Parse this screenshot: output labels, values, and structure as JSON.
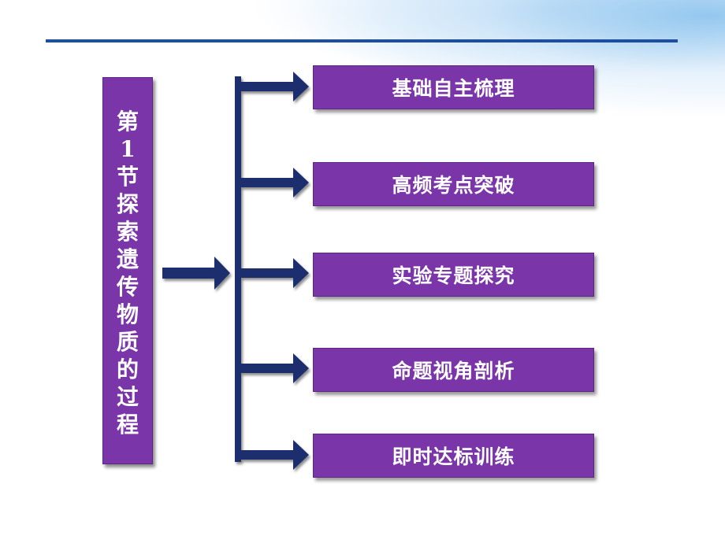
{
  "title": "第1节探索遗传物质的过程",
  "items": [
    {
      "label": "基础自主梳理"
    },
    {
      "label": "高频考点突破"
    },
    {
      "label": "实验专题探究"
    },
    {
      "label": "命题视角剖析"
    },
    {
      "label": "即时达标训练"
    }
  ],
  "colors": {
    "box_fill": "#7a35a8",
    "box_border": "#5c2585",
    "arrow": "#1a2f6e",
    "rule": "#1f4e9c"
  }
}
